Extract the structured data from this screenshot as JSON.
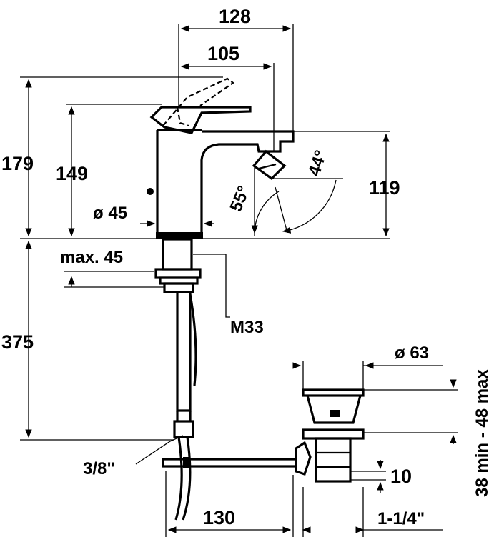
{
  "dimensions": {
    "d128": "128",
    "d105": "105",
    "d179": "179",
    "d149": "149",
    "d119": "119",
    "d375": "375",
    "d130": "130",
    "d10": "10"
  },
  "labels": {
    "dia45": "ø 45",
    "max45": "max. 45",
    "m33": "M33",
    "pipe": "3/8\"",
    "dia63": "ø 63",
    "thread": "1-1/4\"",
    "range": "38 min - 48 max",
    "angle55": "55°",
    "angle44": "44°"
  }
}
